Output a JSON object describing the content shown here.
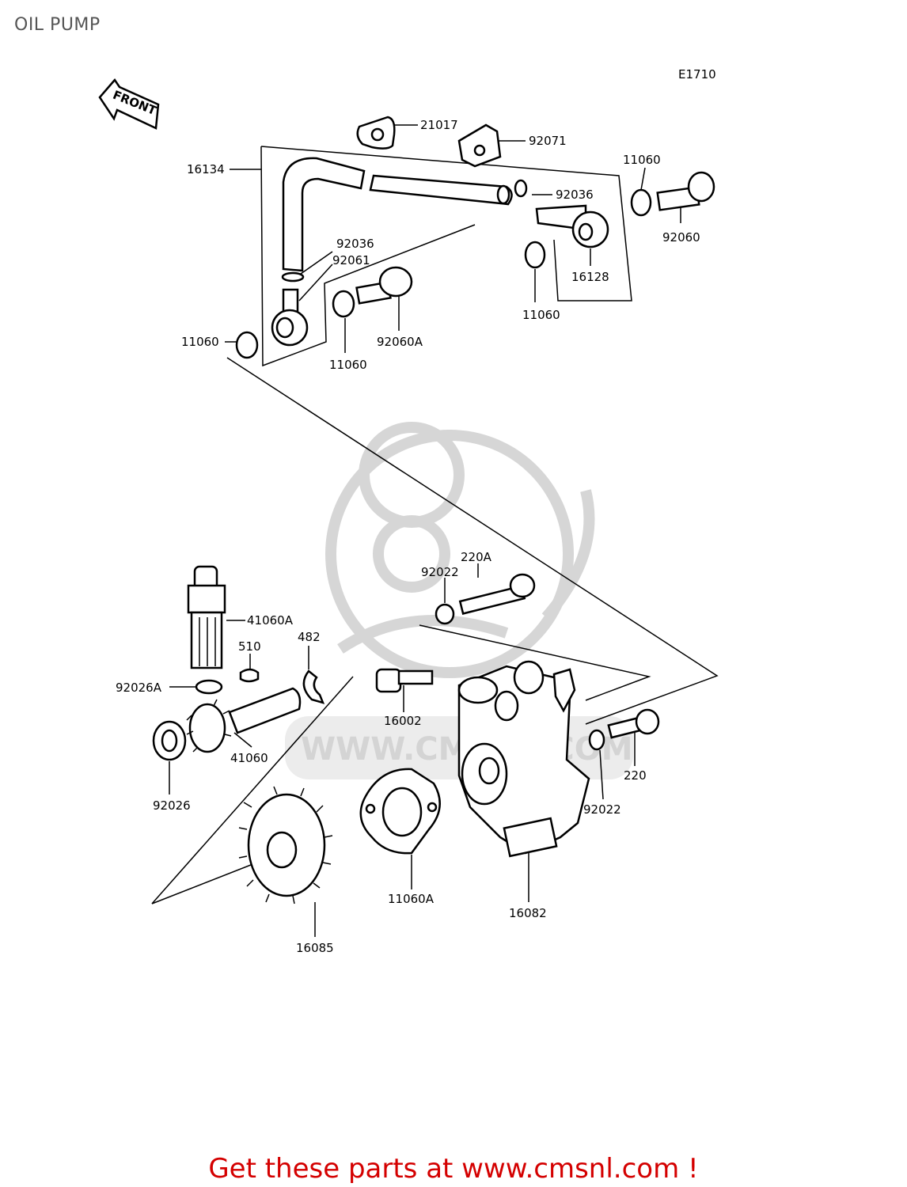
{
  "page": {
    "title": "OIL PUMP",
    "diagram_code": "E1710",
    "front_label": "FRONT"
  },
  "watermark": {
    "text": "WWW.CMSNL.COM"
  },
  "footer": {
    "text": "Get these parts at www.cmsnl.com !",
    "color": "#d40000"
  },
  "parts": [
    {
      "id": "p-21017",
      "number": "21017"
    },
    {
      "id": "p-92071",
      "number": "92071"
    },
    {
      "id": "p-11060-a",
      "number": "11060"
    },
    {
      "id": "p-16134",
      "number": "16134"
    },
    {
      "id": "p-92036-a",
      "number": "92036"
    },
    {
      "id": "p-92060",
      "number": "92060"
    },
    {
      "id": "p-92036-b",
      "number": "92036"
    },
    {
      "id": "p-92061",
      "number": "92061"
    },
    {
      "id": "p-16128",
      "number": "16128"
    },
    {
      "id": "p-11060-b",
      "number": "11060"
    },
    {
      "id": "p-92060a",
      "number": "92060A"
    },
    {
      "id": "p-11060-c",
      "number": "11060"
    },
    {
      "id": "p-11060-d",
      "number": "11060"
    },
    {
      "id": "p-220a",
      "number": "220A"
    },
    {
      "id": "p-92022-a",
      "number": "92022"
    },
    {
      "id": "p-41060a",
      "number": "41060A"
    },
    {
      "id": "p-510",
      "number": "510"
    },
    {
      "id": "p-482",
      "number": "482"
    },
    {
      "id": "p-92026a",
      "number": "92026A"
    },
    {
      "id": "p-16002",
      "number": "16002"
    },
    {
      "id": "p-41060",
      "number": "41060"
    },
    {
      "id": "p-92026",
      "number": "92026"
    },
    {
      "id": "p-220",
      "number": "220"
    },
    {
      "id": "p-92022-b",
      "number": "92022"
    },
    {
      "id": "p-11060a",
      "number": "11060A"
    },
    {
      "id": "p-16082",
      "number": "16082"
    },
    {
      "id": "p-16085",
      "number": "16085"
    }
  ]
}
